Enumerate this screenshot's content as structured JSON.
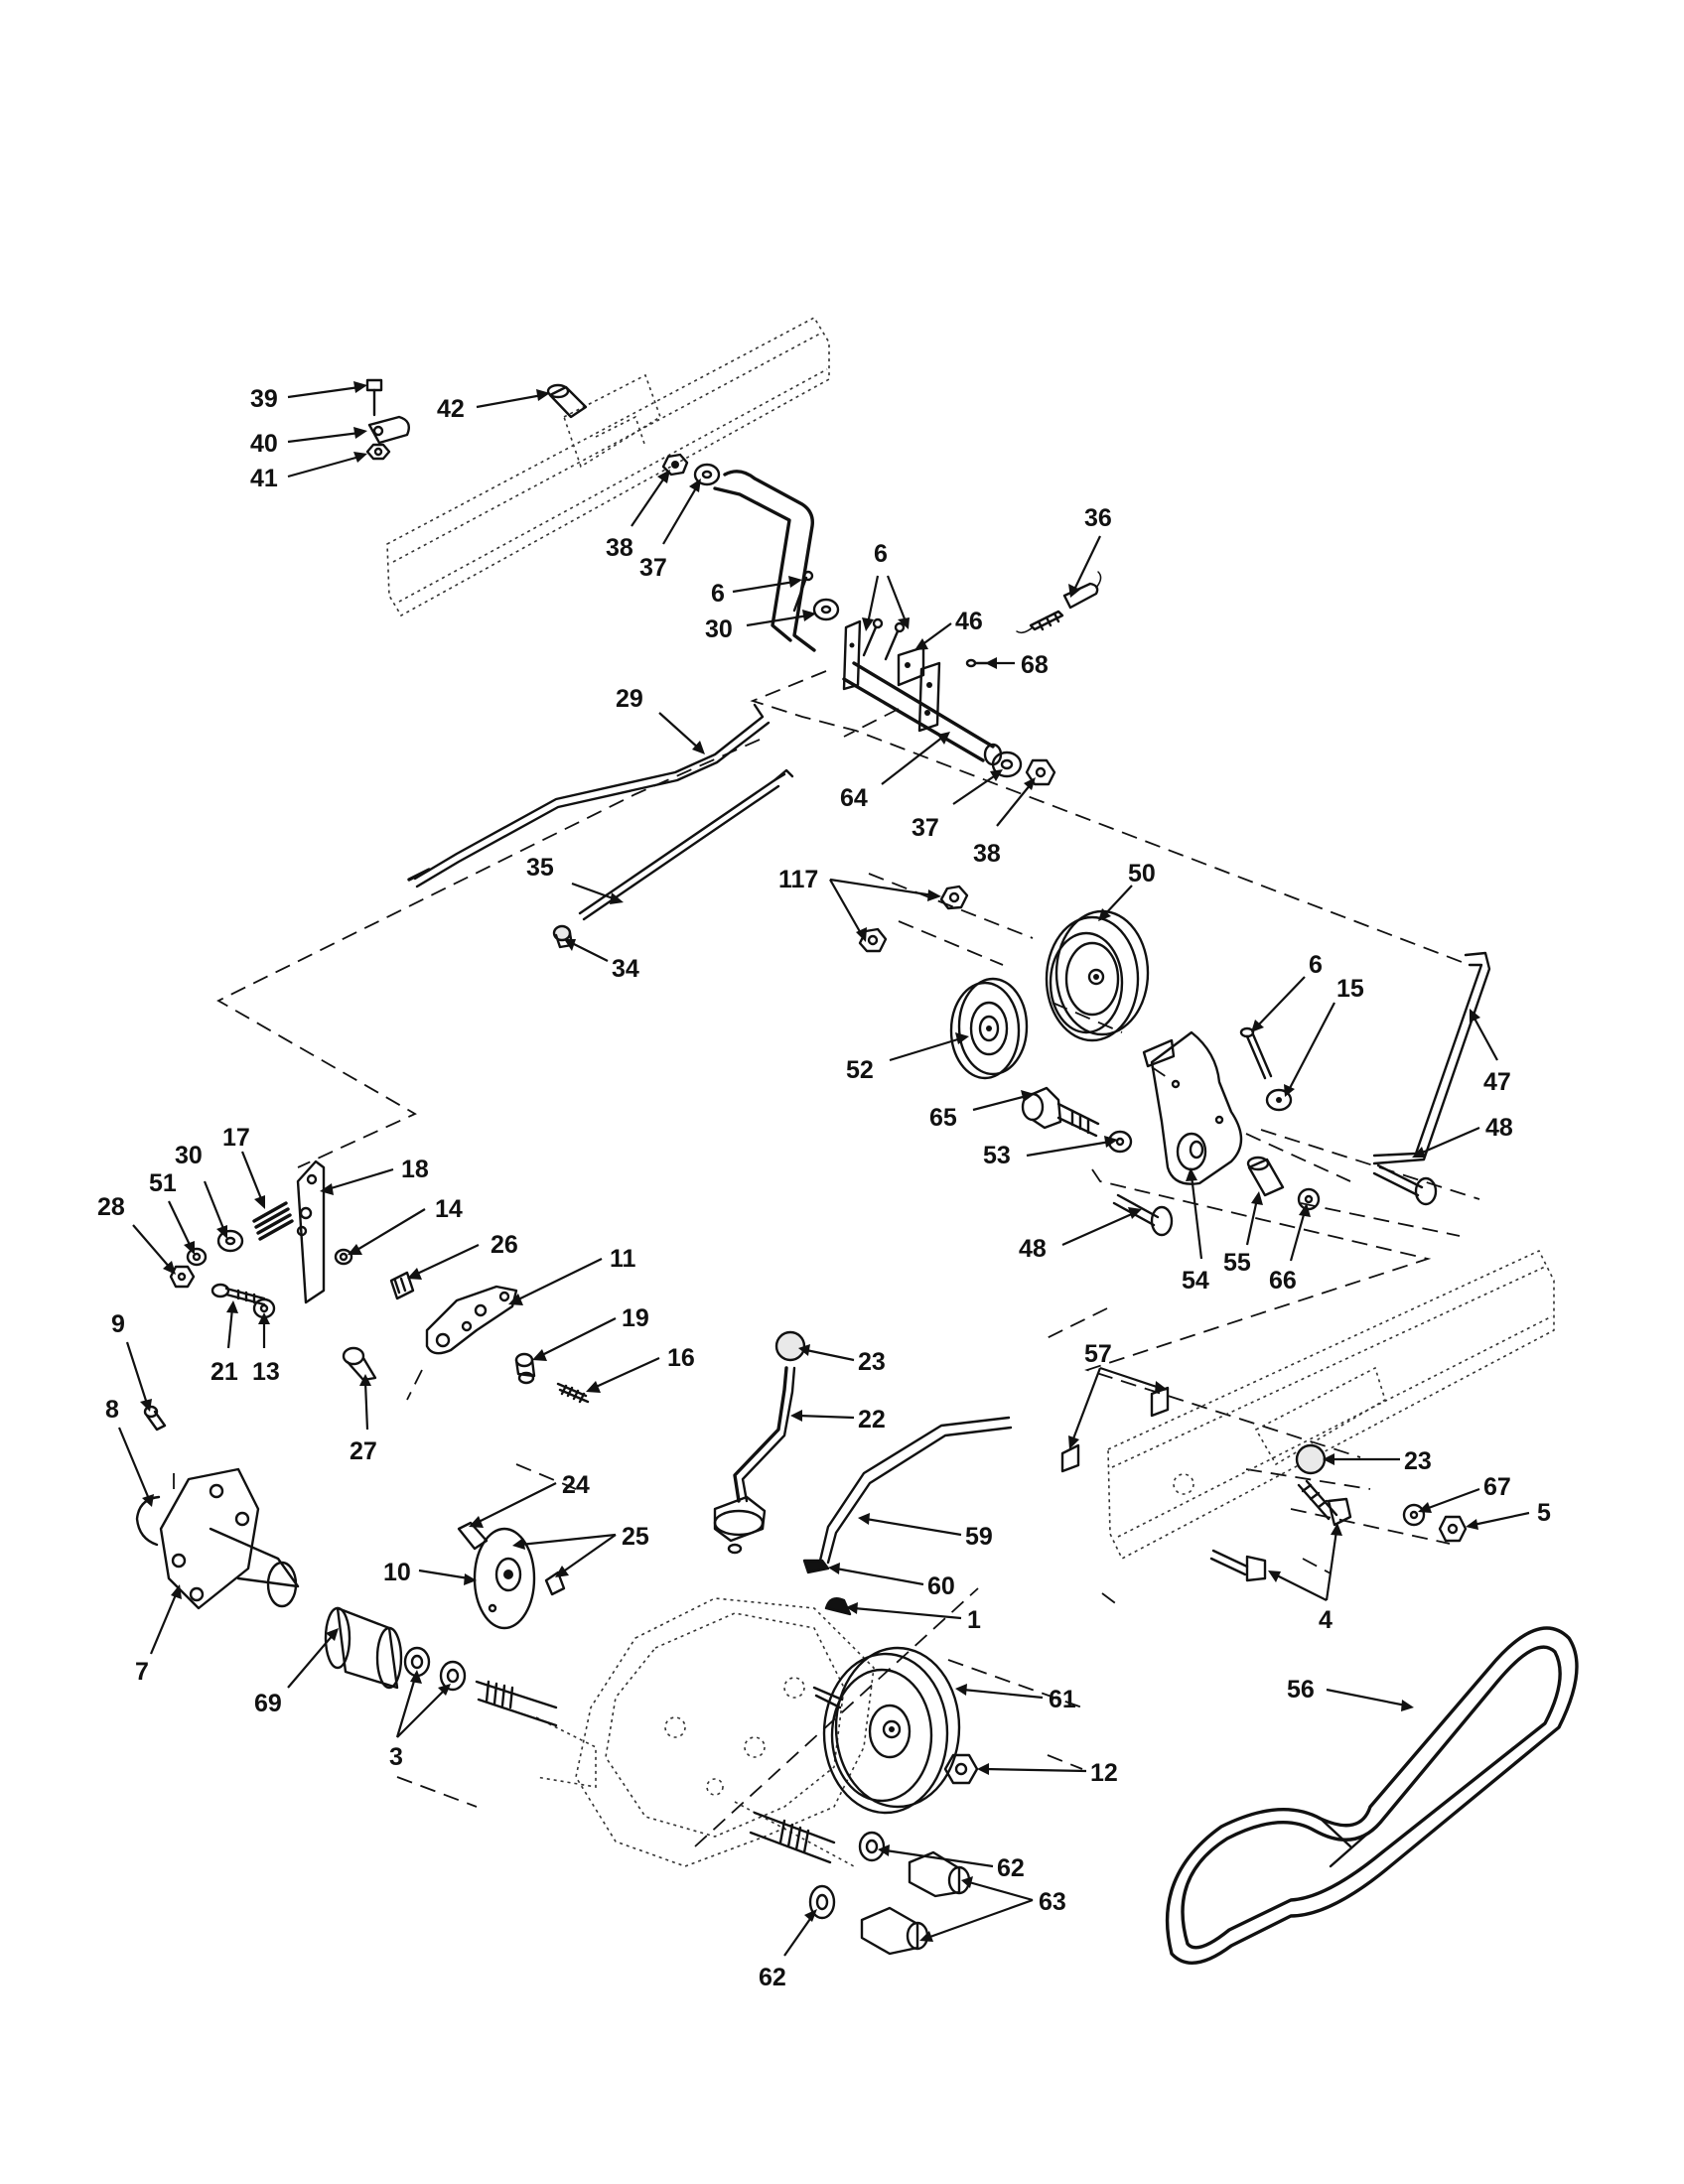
{
  "callouts": [
    {
      "id": "c39",
      "label": "39"
    },
    {
      "id": "c40",
      "label": "40"
    },
    {
      "id": "c41",
      "label": "41"
    },
    {
      "id": "c42",
      "label": "42"
    },
    {
      "id": "c38a",
      "label": "38"
    },
    {
      "id": "c37a",
      "label": "37"
    },
    {
      "id": "c36",
      "label": "36"
    },
    {
      "id": "c6a",
      "label": "6"
    },
    {
      "id": "c6b",
      "label": "6"
    },
    {
      "id": "c30a",
      "label": "30"
    },
    {
      "id": "c46",
      "label": "46"
    },
    {
      "id": "c68",
      "label": "68"
    },
    {
      "id": "c29",
      "label": "29"
    },
    {
      "id": "c64",
      "label": "64"
    },
    {
      "id": "c37b",
      "label": "37"
    },
    {
      "id": "c38b",
      "label": "38"
    },
    {
      "id": "c35",
      "label": "35"
    },
    {
      "id": "c34",
      "label": "34"
    },
    {
      "id": "c117",
      "label": "117"
    },
    {
      "id": "c50",
      "label": "50"
    },
    {
      "id": "c6c",
      "label": "6"
    },
    {
      "id": "c15",
      "label": "15"
    },
    {
      "id": "c47",
      "label": "47"
    },
    {
      "id": "c52",
      "label": "52"
    },
    {
      "id": "c65",
      "label": "65"
    },
    {
      "id": "c53",
      "label": "53"
    },
    {
      "id": "c48a",
      "label": "48"
    },
    {
      "id": "c48b",
      "label": "48"
    },
    {
      "id": "c54",
      "label": "54"
    },
    {
      "id": "c55",
      "label": "55"
    },
    {
      "id": "c66",
      "label": "66"
    },
    {
      "id": "c17",
      "label": "17"
    },
    {
      "id": "c30b",
      "label": "30"
    },
    {
      "id": "c51",
      "label": "51"
    },
    {
      "id": "c28",
      "label": "28"
    },
    {
      "id": "c18",
      "label": "18"
    },
    {
      "id": "c14",
      "label": "14"
    },
    {
      "id": "c26",
      "label": "26"
    },
    {
      "id": "c11",
      "label": "11"
    },
    {
      "id": "c19",
      "label": "19"
    },
    {
      "id": "c16",
      "label": "16"
    },
    {
      "id": "c21",
      "label": "21"
    },
    {
      "id": "c13",
      "label": "13"
    },
    {
      "id": "c27",
      "label": "27"
    },
    {
      "id": "c9",
      "label": "9"
    },
    {
      "id": "c8",
      "label": "8"
    },
    {
      "id": "c23a",
      "label": "23"
    },
    {
      "id": "c22",
      "label": "22"
    },
    {
      "id": "c57",
      "label": "57"
    },
    {
      "id": "c23b",
      "label": "23"
    },
    {
      "id": "c67",
      "label": "67"
    },
    {
      "id": "c5",
      "label": "5"
    },
    {
      "id": "c24",
      "label": "24"
    },
    {
      "id": "c25",
      "label": "25"
    },
    {
      "id": "c10",
      "label": "10"
    },
    {
      "id": "c59",
      "label": "59"
    },
    {
      "id": "c60",
      "label": "60"
    },
    {
      "id": "c4",
      "label": "4"
    },
    {
      "id": "c1",
      "label": "1"
    },
    {
      "id": "c61",
      "label": "61"
    },
    {
      "id": "c56",
      "label": "56"
    },
    {
      "id": "c7",
      "label": "7"
    },
    {
      "id": "c69",
      "label": "69"
    },
    {
      "id": "c3",
      "label": "3"
    },
    {
      "id": "c12",
      "label": "12"
    },
    {
      "id": "c62a",
      "label": "62"
    },
    {
      "id": "c63",
      "label": "63"
    },
    {
      "id": "c62b",
      "label": "62"
    }
  ]
}
